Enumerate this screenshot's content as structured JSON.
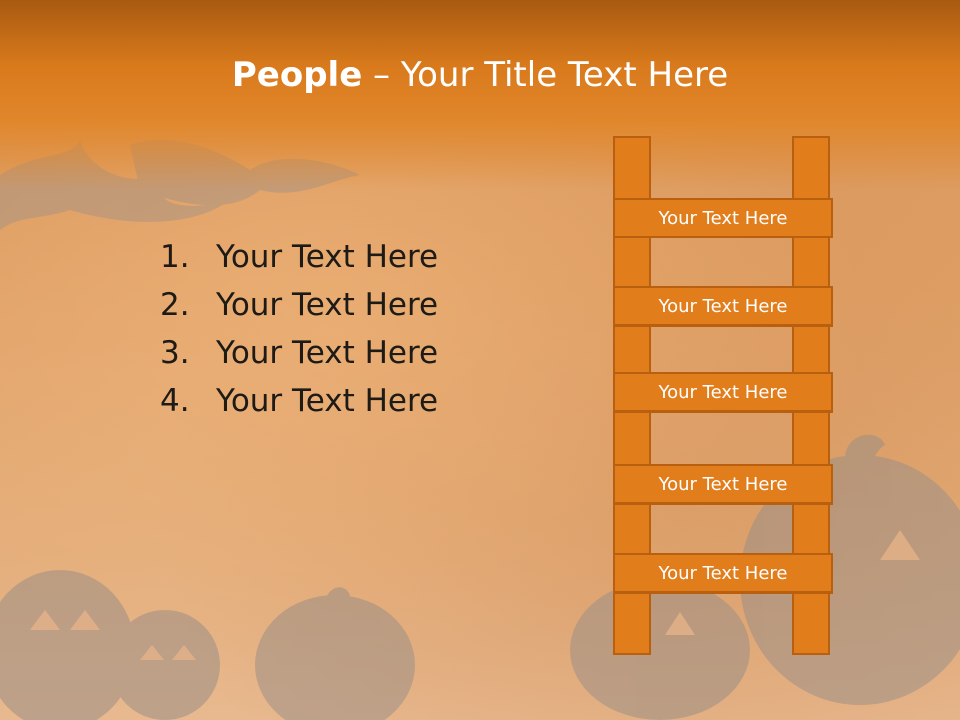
{
  "title": {
    "bold": "People",
    "rest": " – Your Title Text Here"
  },
  "list": [
    {
      "num": "1.",
      "text": "Your Text Here"
    },
    {
      "num": "2.",
      "text": "Your Text Here"
    },
    {
      "num": "3.",
      "text": "Your Text Here"
    },
    {
      "num": "4.",
      "text": "Your Text Here"
    }
  ],
  "ladder": [
    "Your Text Here",
    "Your Text Here",
    "Your Text Here",
    "Your Text Here",
    "Your Text Here"
  ],
  "colors": {
    "accent": "#e27d1c",
    "border": "#b85f10",
    "header": "#d97a1c"
  }
}
